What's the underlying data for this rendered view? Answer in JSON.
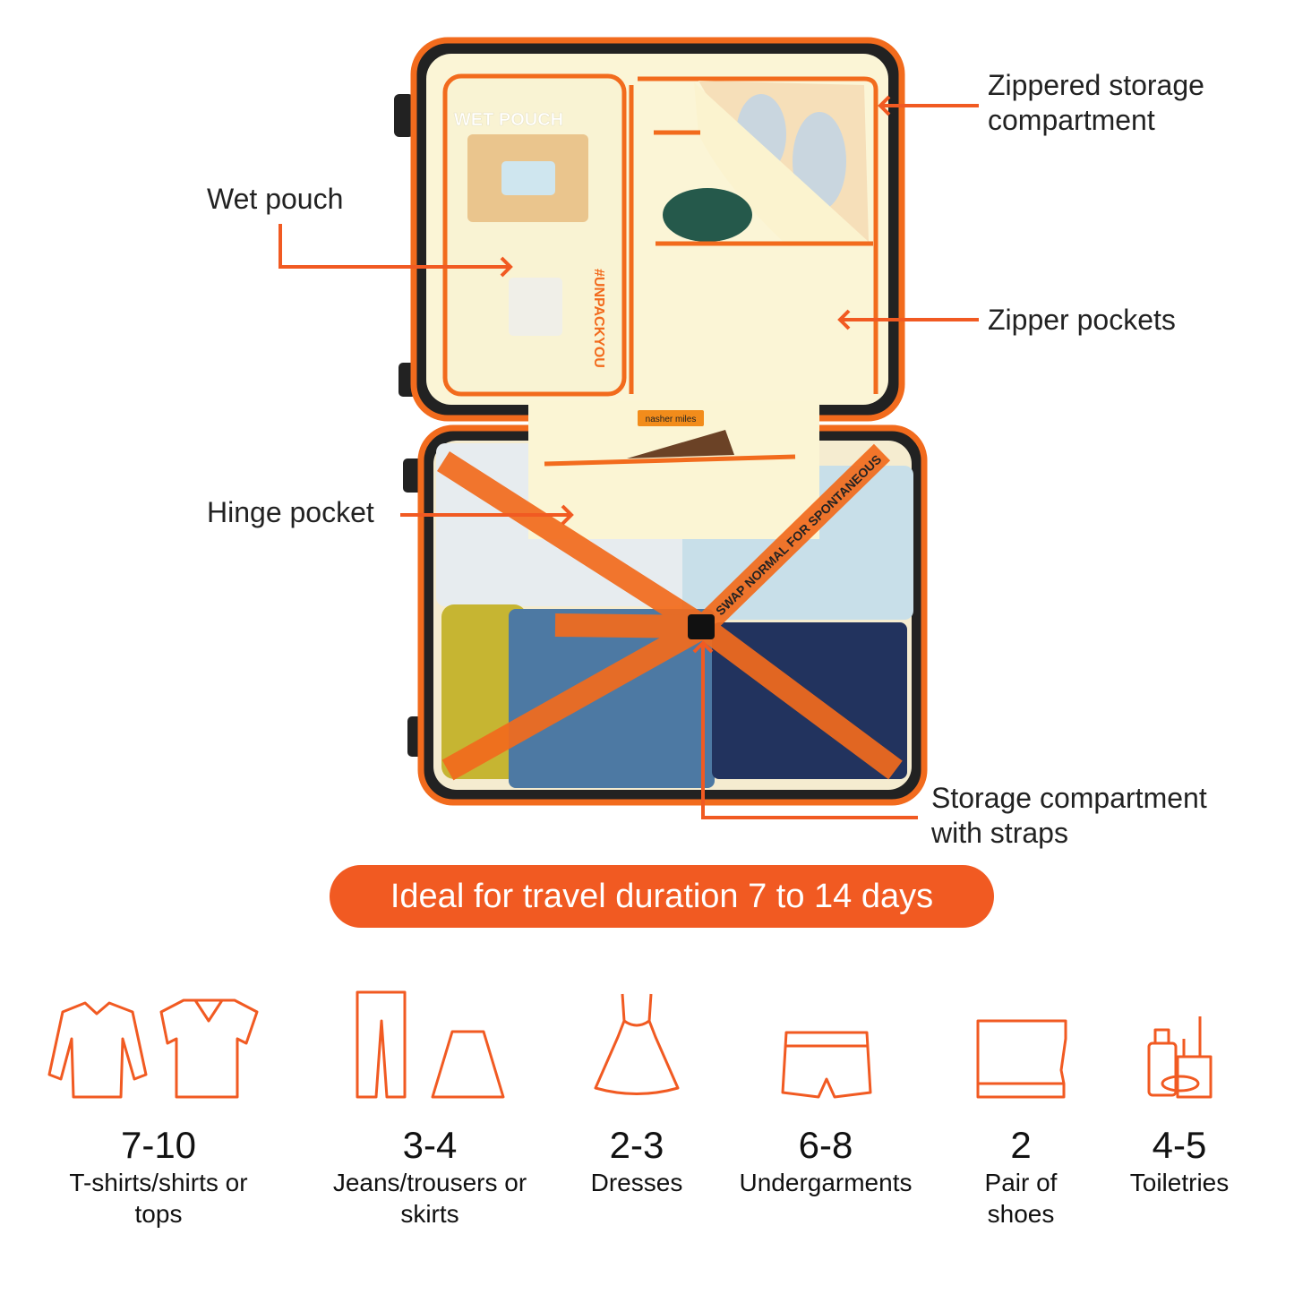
{
  "accent_color": "#f15a22",
  "callouts": {
    "zippered_storage": "Zippered storage compartment",
    "wet_pouch": "Wet pouch",
    "zipper_pockets": "Zipper pockets",
    "hinge_pocket": "Hinge pocket",
    "storage_straps": "Storage compartment with straps"
  },
  "product_print": {
    "wet_pouch_label": "WET POUCH",
    "hashtag": "#UNPACKYOU",
    "brand_tag": "nasher miles",
    "strap_text": "SWAP NORMAL FOR SPONTANEOUS"
  },
  "banner": "Ideal for travel duration 7 to 14 days",
  "capacity": [
    {
      "count": "7-10",
      "label": "T-shirts/shirts or tops",
      "icon": "shirt-icon"
    },
    {
      "count": "3-4",
      "label": "Jeans/trousers or skirts",
      "icon": "trousers-icon"
    },
    {
      "count": "2-3",
      "label": "Dresses",
      "icon": "dress-icon"
    },
    {
      "count": "6-8",
      "label": "Undergarments",
      "icon": "underwear-icon"
    },
    {
      "count": "2",
      "label": "Pair of shoes",
      "icon": "shoes-icon"
    },
    {
      "count": "4-5",
      "label": "Toiletries",
      "icon": "toiletries-icon"
    }
  ]
}
